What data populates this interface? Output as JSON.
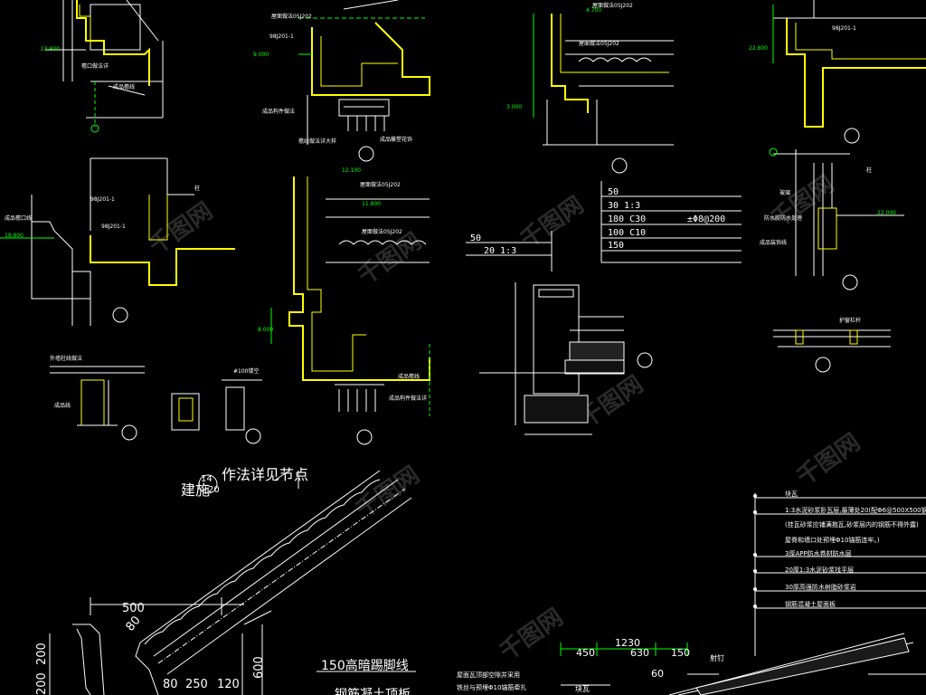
{
  "colors": {
    "background": "#000000",
    "white": "#ffffff",
    "yellow": "#ffff00",
    "green": "#00ff00",
    "cyan": "#00ffff",
    "watermark": "#2a2a2a"
  },
  "watermark": "千图网",
  "details": {
    "d1": {
      "level": "23.800",
      "note1": "檐口做法详",
      "note2": "成品檐线"
    },
    "d2": {
      "ref1": "98J201-1",
      "ref2": "屋面做法05J202",
      "level": "9.000",
      "note1": "成品构件做法",
      "note2": "檐线做法详大样",
      "note3": "成品雕塑花饰"
    },
    "d3": {
      "ref1": "屋面做法05J202",
      "ref2": "屋面做法05J202",
      "level1": "4.700",
      "level2": "3.000"
    },
    "d4": {
      "level": "22.800",
      "ref": "98J201-1"
    },
    "d5": {
      "ref1": "98J201-1",
      "ref2": "98J201-1",
      "level": "18.800",
      "note1": "成品檐口线",
      "note2": "柱"
    },
    "d6": {
      "level1": "12.100",
      "level2": "11.800",
      "level3": "8.000",
      "ref1": "屋面做法05J202",
      "ref2": "屋面做法05J202",
      "note1": "成品檐线",
      "note2": "成品构件做法详"
    },
    "d7": {
      "note1": "外墙柱线做法",
      "note2": "成品线"
    },
    "d8": {
      "note": "#100镂空"
    },
    "d9": {
      "layers": [
        "50",
        "30  1:3",
        "180  C30",
        "100  C10",
        "150"
      ],
      "rebar": "±Φ8@200",
      "left_layers": [
        "50",
        "20  1:3"
      ]
    },
    "d10": {
      "note1": "柱",
      "note2": "玻璃",
      "note3": "防水胶防水处理",
      "note4": "成品装饰线",
      "level": "22.000"
    },
    "d11": {
      "note": "护窗栏杆"
    }
  },
  "bottom": {
    "callout": "作法详见节点",
    "callout_ref_top": "14",
    "callout_ref_bottom": "20",
    "callout_prefix": "建施",
    "dims_left": [
      "500",
      "80",
      "600",
      "200",
      "200",
      "80",
      "250",
      "120"
    ],
    "skirting": "150高暗踢脚线",
    "cutoff_text": "钢筋凝土顶板",
    "legend_items": [
      "块瓦",
      "1:3水泥砂浆卧瓦层,最薄处20(配Φ6@500X500钢",
      "(挂瓦砂浆应铺满抱瓦,砂浆层内的钢筋不得外露)",
      "屋脊和墙口处预埋Φ10锚筋连牢。)",
      "3厚APP防水卷材防水层",
      "20厚1:3水泥砂浆找平层",
      "30厚高强防水树脂砂浆岩",
      "钢筋混凝土屋面板"
    ],
    "dims_right": [
      "1230",
      "450",
      "630",
      "150",
      "60"
    ],
    "label_nail": "射钉",
    "label_tile": "块瓦",
    "note_bottom1": "屋面瓦顶部空隙并采用",
    "note_bottom2": "铁丝与预埋Φ10锚筋牵扎"
  }
}
